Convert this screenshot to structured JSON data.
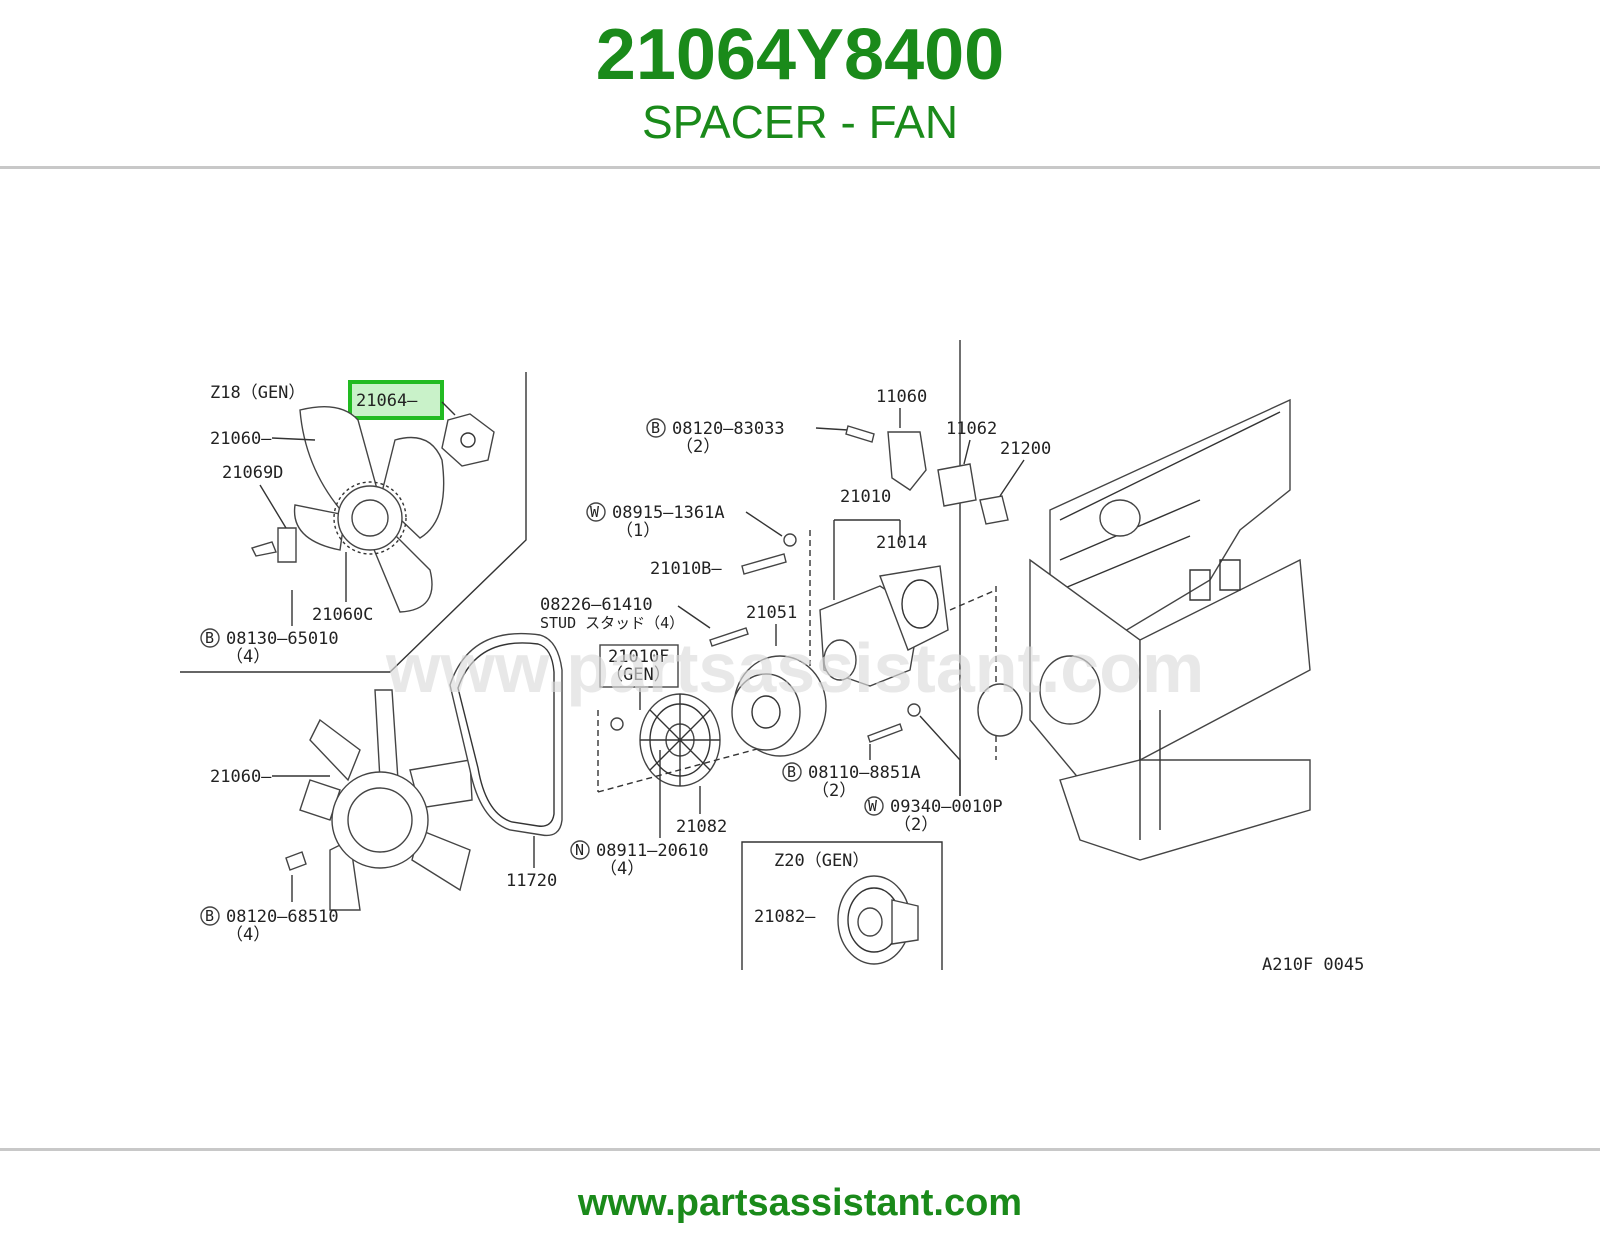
{
  "header": {
    "part_number": "21064Y8400",
    "part_name": "SPACER - FAN"
  },
  "footer": {
    "url": "www.partsassistant.com"
  },
  "colors": {
    "brand_green": "#1a8a1a",
    "highlight_green": "#22bb22",
    "rule_gray": "#c8c8c8"
  },
  "diagram": {
    "watermark": "www.partsassistant.com",
    "code": "A210F 0045",
    "highlighted_part": "21064—",
    "insets": {
      "z18": "Z18（GEN）",
      "z20": "Z20（GEN）"
    },
    "callouts": {
      "c21060a": "21060—",
      "c21069d": "21069D",
      "c21060c": "21060C",
      "b08130": "08130—65010",
      "b08130q": "（4）",
      "c21060b": "21060—",
      "b08120_68510": "08120—68510",
      "b08120_68510q": "（4）",
      "c11720": "11720",
      "c21010f": "21010F",
      "c21010fgen": "（GEN）",
      "c08226": "08226—61410",
      "stud": "STUD スタッド（4）",
      "n08911": "08911—20610",
      "n08911q": "（4）",
      "c21082a": "21082",
      "c21051": "21051",
      "c21010b": "21010B—",
      "w08915": "08915—1361A",
      "w08915q": "（1）",
      "c21010": "21010",
      "c21014": "21014",
      "b08120_83033": "08120—83033",
      "b08120_83033q": "（2）",
      "c11060": "11060",
      "c11062": "11062",
      "c21200": "21200",
      "b08110": "08110—8851A",
      "b08110q": "（2）",
      "w09340": "09340—0010P",
      "w09340q": "（2）",
      "c21082b": "21082—"
    },
    "badges": {
      "b": "B",
      "w": "W",
      "n": "N"
    }
  }
}
